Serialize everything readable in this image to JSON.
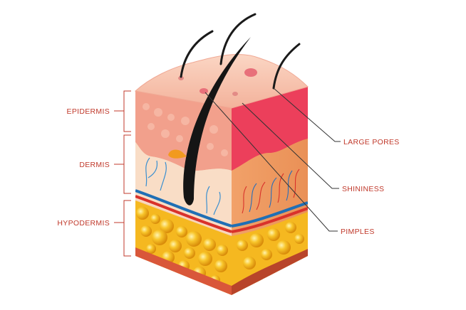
{
  "layers": {
    "epidermis": "EPIDERMIS",
    "dermis": "DERMIS",
    "hypodermis": "HYPODERMIS"
  },
  "features": {
    "large_pores": "LARGE PORES",
    "shininess": "SHININESS",
    "pimples": "PIMPLES"
  },
  "colors": {
    "label": "#c0392b",
    "leader": "#333333",
    "epidermis": "#f2a08c",
    "dermis": "#f7c59f",
    "fat": "#f5b820",
    "vein": "#1f6fb5",
    "artery": "#d9322b",
    "hair": "#1a1a1a"
  }
}
